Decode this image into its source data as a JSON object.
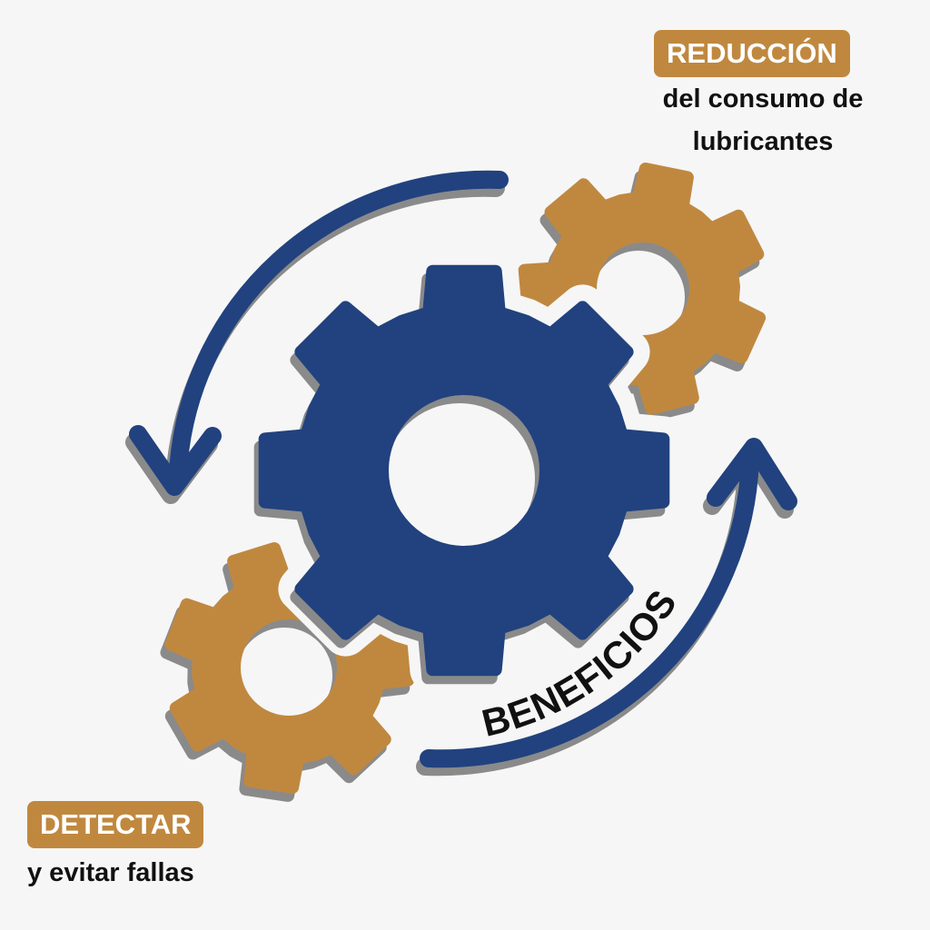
{
  "colors": {
    "blue": "#21427f",
    "gold": "#c0883f",
    "shadow": "#8a8a8a",
    "background": "#f6f6f6"
  },
  "center_label": "BENEFICIOS",
  "benefits": [
    {
      "title": "REDUCCIÓN",
      "lines": [
        "del consumo de",
        "lubricantes"
      ]
    },
    {
      "title": "DETECTAR",
      "lines": [
        "y evitar fallas"
      ]
    }
  ]
}
